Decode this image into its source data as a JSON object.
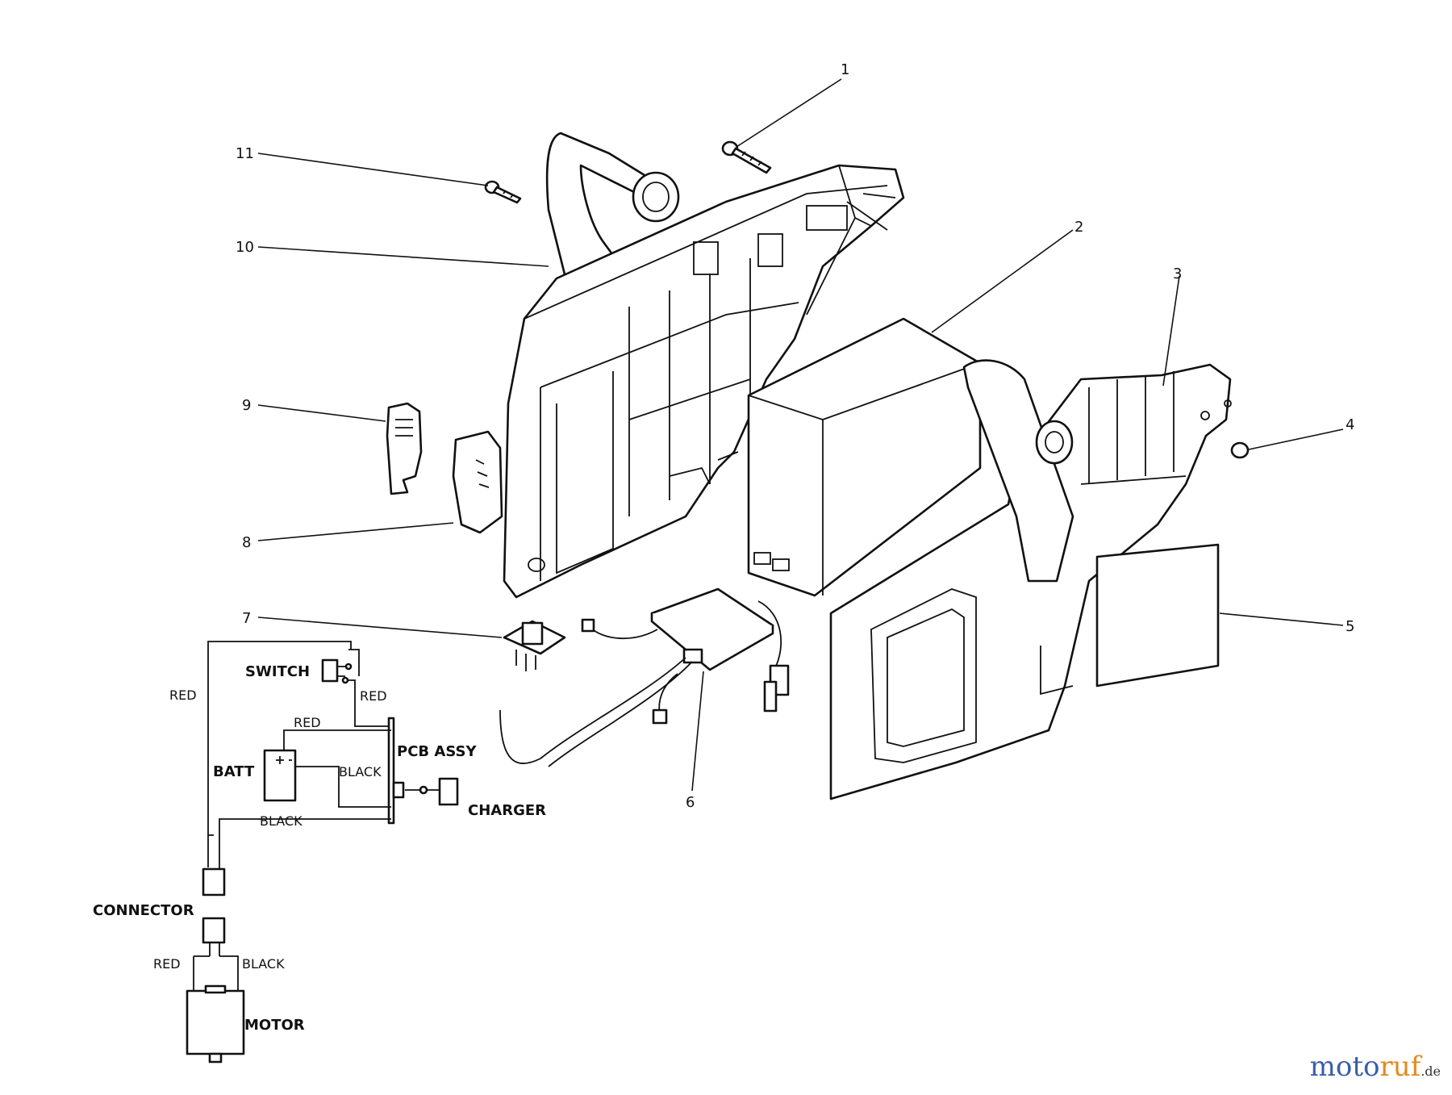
{
  "callouts": [
    "1",
    "2",
    "3",
    "4",
    "5",
    "6",
    "7",
    "8",
    "9",
    "10",
    "11"
  ],
  "wiring": {
    "switch": "SWITCH",
    "pcb_assy": "PCB ASSY",
    "batt": "BATT",
    "charger": "CHARGER",
    "connector": "CONNECTOR",
    "motor": "MOTOR",
    "red": "RED",
    "black": "BLACK"
  },
  "watermark": {
    "part1": "moto",
    "part2": "ruf",
    "suffix": ".de",
    "colors": {
      "moto": "#3a5fa8",
      "ruf": "#e08a1e"
    }
  }
}
